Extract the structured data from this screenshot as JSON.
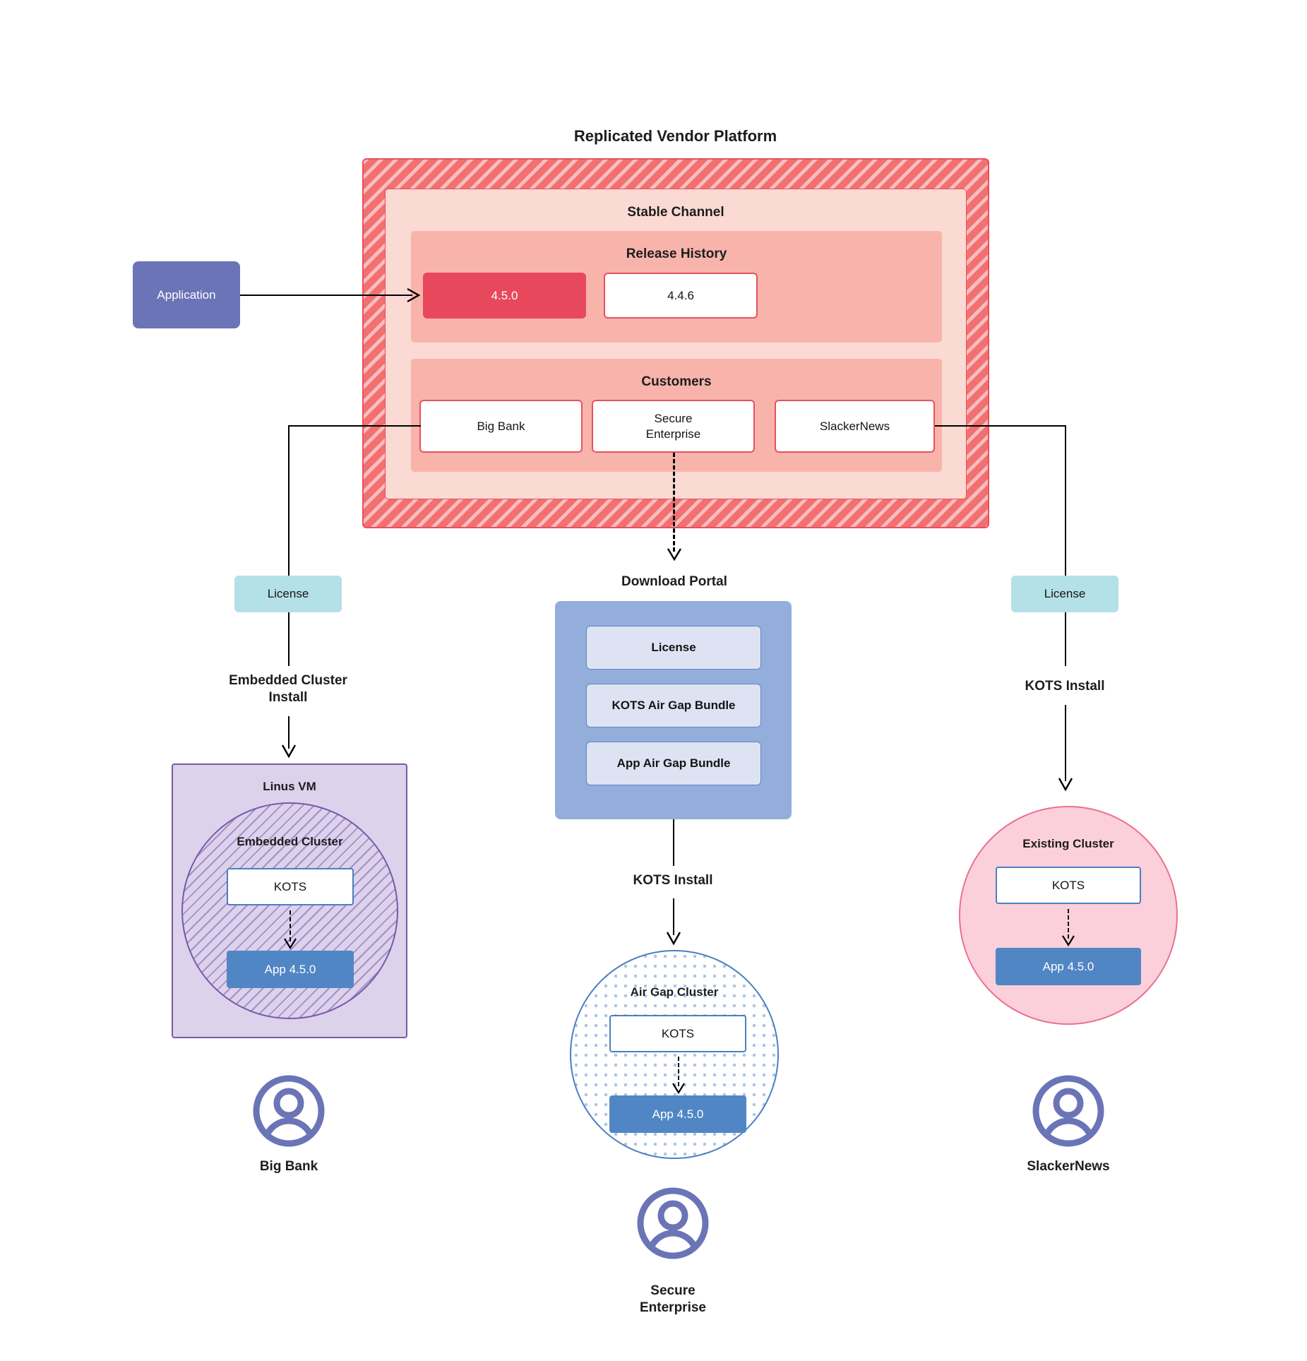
{
  "diagram": {
    "title": "Replicated Vendor Platform",
    "source_node": {
      "label": "Application"
    },
    "vendor_platform": {
      "channel": {
        "title": "Stable Channel"
      },
      "release_history": {
        "title": "Release History",
        "releases": [
          {
            "version": "4.5.0",
            "state": "current"
          },
          {
            "version": "4.4.6",
            "state": "previous"
          }
        ]
      },
      "customers": {
        "title": "Customers",
        "items": [
          {
            "name": "Big Bank"
          },
          {
            "name": "Secure\nEnterprise"
          },
          {
            "name": "SlackerNews"
          }
        ]
      }
    },
    "download_portal": {
      "title": "Download  Portal",
      "artifacts": [
        {
          "label": "License"
        },
        {
          "label": "KOTS Air Gap Bundle"
        },
        {
          "label": "App Air Gap Bundle"
        }
      ]
    },
    "license_chips": [
      {
        "label": "License"
      },
      {
        "label": "License"
      }
    ],
    "install_labels": {
      "left": "Embedded Cluster\nInstall",
      "center": "KOTS Install",
      "right": "KOTS Install"
    },
    "deployments": {
      "left": {
        "host_label": "Linus VM",
        "cluster_label": "Embedded Cluster",
        "kots_label": "KOTS",
        "app_label": "App 4.5.0",
        "customer_label": "Big Bank",
        "avatar_icon": "user-avatar-icon"
      },
      "center": {
        "cluster_label": "Air Gap Cluster",
        "kots_label": "KOTS",
        "app_label": "App 4.5.0",
        "customer_label": "Secure\nEnterprise",
        "avatar_icon": "user-avatar-icon"
      },
      "right": {
        "cluster_label": "Existing Cluster",
        "kots_label": "KOTS",
        "app_label": "App 4.5.0",
        "customer_label": "SlackerNews",
        "avatar_icon": "user-avatar-icon"
      }
    },
    "colors": {
      "platform_red": "#f2706f",
      "platform_border": "#e8505f",
      "channel_bg": "#fbdad4",
      "band_bg": "#f8b4ab",
      "release_current": "#e8485c",
      "app_purple": "#6a74b6",
      "license_teal": "#b4e0e8",
      "portal_blue": "#93aedb",
      "portal_item": "#dde3f3",
      "vm_purple": "#dcd2ec",
      "vm_border": "#7b58a8",
      "cluster_blue": "#4a7fc1",
      "app_blue": "#5186c4",
      "existing_pink": "#fbd0da",
      "existing_border": "#eb6f93"
    }
  }
}
